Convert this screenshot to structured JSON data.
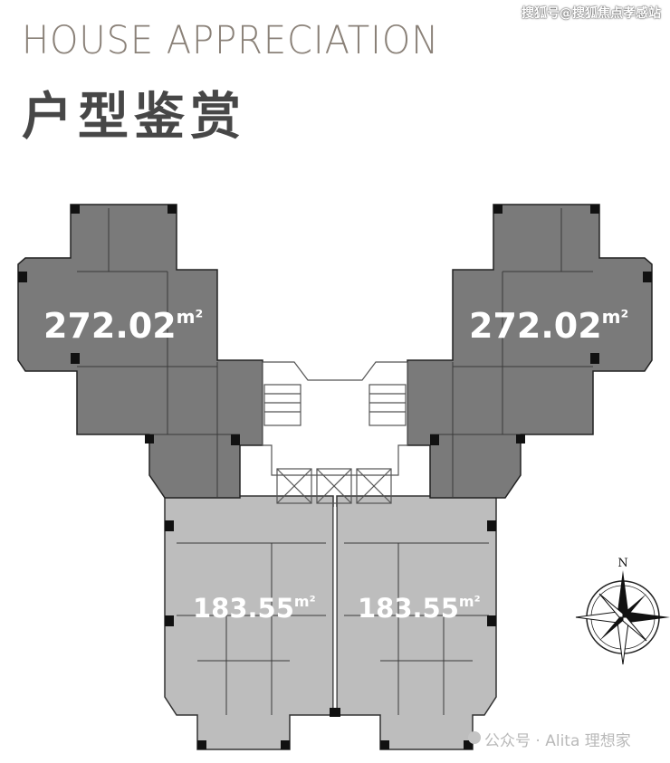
{
  "header": {
    "title_en": "HOUSE APPRECIATION",
    "title_cn": "户型鉴赏"
  },
  "watermarks": {
    "top": "搜狐号@搜狐焦点孝感站",
    "bottom": "公众号 · Alita 理想家"
  },
  "floor_plan": {
    "units": [
      {
        "area": "272.02",
        "unit": "m2"
      },
      {
        "area": "272.02",
        "unit": "m2"
      },
      {
        "area": "183.55",
        "unit": "m2"
      },
      {
        "area": "183.55",
        "unit": "m2"
      }
    ],
    "colors": {
      "large_unit": "#7a7a7a",
      "small_unit": "#bdbdbd",
      "core": "#ffffff",
      "wall": "#1a1a1a"
    }
  },
  "compass": {
    "north_label": "N"
  }
}
